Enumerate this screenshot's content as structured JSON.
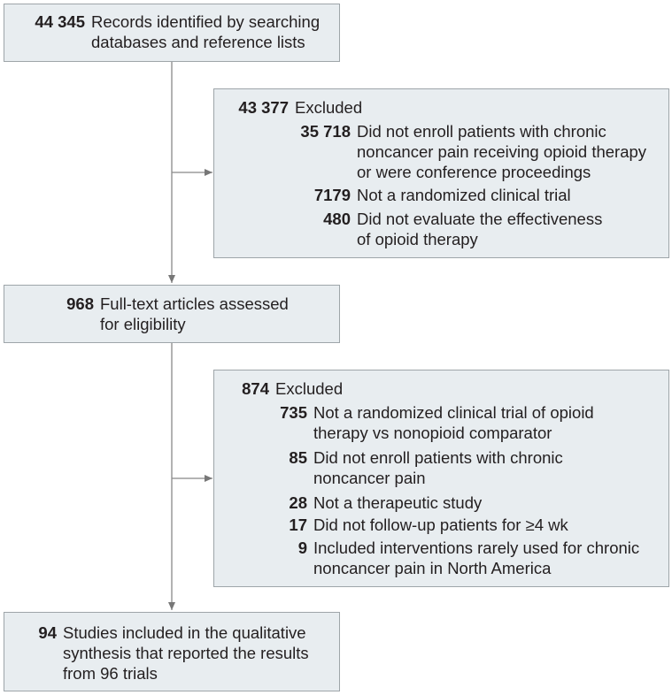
{
  "identified": {
    "count": "44 345",
    "lines": [
      "Records identified by searching",
      "databases and reference lists"
    ]
  },
  "excluded1": {
    "count": "43 377",
    "label": "Excluded",
    "items": [
      {
        "count": "35 718",
        "lines": [
          "Did not enroll patients with chronic",
          "noncancer pain receiving opioid therapy",
          "or were conference proceedings"
        ]
      },
      {
        "count": "7179",
        "lines": [
          "Not a randomized clinical trial"
        ]
      },
      {
        "count": "480",
        "lines": [
          "Did not evaluate the effectiveness",
          "of opioid therapy"
        ]
      }
    ]
  },
  "fulltext": {
    "count": "968",
    "lines": [
      "Full-text articles assessed",
      "for eligibility"
    ]
  },
  "excluded2": {
    "count": "874",
    "label": "Excluded",
    "items": [
      {
        "count": "735",
        "lines": [
          "Not a randomized clinical trial of opioid",
          "therapy vs nonopioid comparator"
        ]
      },
      {
        "count": "85",
        "lines": [
          "Did not enroll patients with chronic",
          "noncancer pain"
        ]
      },
      {
        "count": "28",
        "lines": [
          "Not a therapeutic study"
        ]
      },
      {
        "count": "17",
        "lines": [
          "Did not follow-up patients for ≥4 wk"
        ]
      },
      {
        "count": "9",
        "lines": [
          "Included interventions rarely used for chronic",
          "noncancer pain in North America"
        ]
      }
    ]
  },
  "included": {
    "count": "94",
    "lines": [
      "Studies included in the qualitative",
      "synthesis that reported the results",
      "from 96 trials"
    ]
  }
}
